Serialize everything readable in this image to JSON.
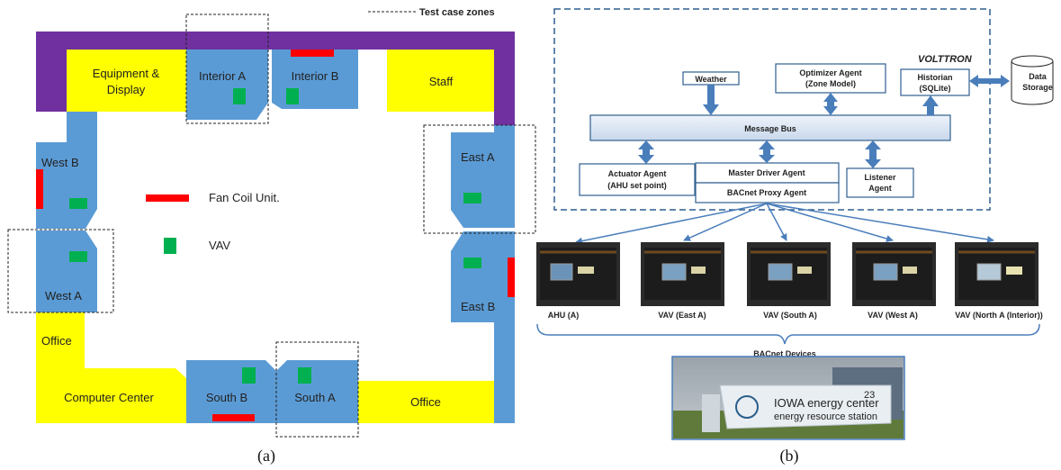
{
  "colors": {
    "purple": "#7030a0",
    "blue": "#5b9bd5",
    "yellow": "#ffff00",
    "red": "#ff0000",
    "green": "#00b050",
    "bus_fill": "#dce6f1",
    "box_border": "#2e5f8f",
    "arrow": "#4a7ebb"
  },
  "floorplan": {
    "legend_test_zones": "Test case zones",
    "legend_fcu": "Fan Coil Unit.",
    "legend_vav": "VAV",
    "rooms": {
      "equipment": [
        "Equipment &",
        "Display"
      ],
      "interior_a": "Interior A",
      "interior_b": "Interior B",
      "staff": "Staff",
      "west_b": "West B",
      "west_a": "West A",
      "east_a": "East A",
      "east_b": "East B",
      "office_left": "Office",
      "computer_center": "Computer Center",
      "south_b": "South B",
      "south_a": "South A",
      "office_right": "Office"
    },
    "caption": "(a)"
  },
  "architecture": {
    "volttron": "VOLTTRON",
    "weather": "Weather",
    "optimizer": [
      "Optimizer Agent",
      "(Zone Model)"
    ],
    "historian": [
      "Historian",
      "(SQLite)"
    ],
    "data_storage": [
      "Data",
      "Storage"
    ],
    "message_bus": "Message Bus",
    "actuator": [
      "Actuator Agent",
      "(AHU set point)"
    ],
    "master_driver": "Master Driver Agent",
    "bacnet_proxy": "BACnet Proxy Agent",
    "listener": [
      "Listener",
      "Agent"
    ],
    "devices": [
      "AHU (A)",
      "VAV (East A)",
      "VAV (South A)",
      "VAV (West A)",
      "VAV (North A (Interior))"
    ],
    "bacnet_devices": "BACnet Devices",
    "sign": [
      "IOWA energy center",
      "energy resource station",
      "23"
    ],
    "caption": "(b)"
  }
}
